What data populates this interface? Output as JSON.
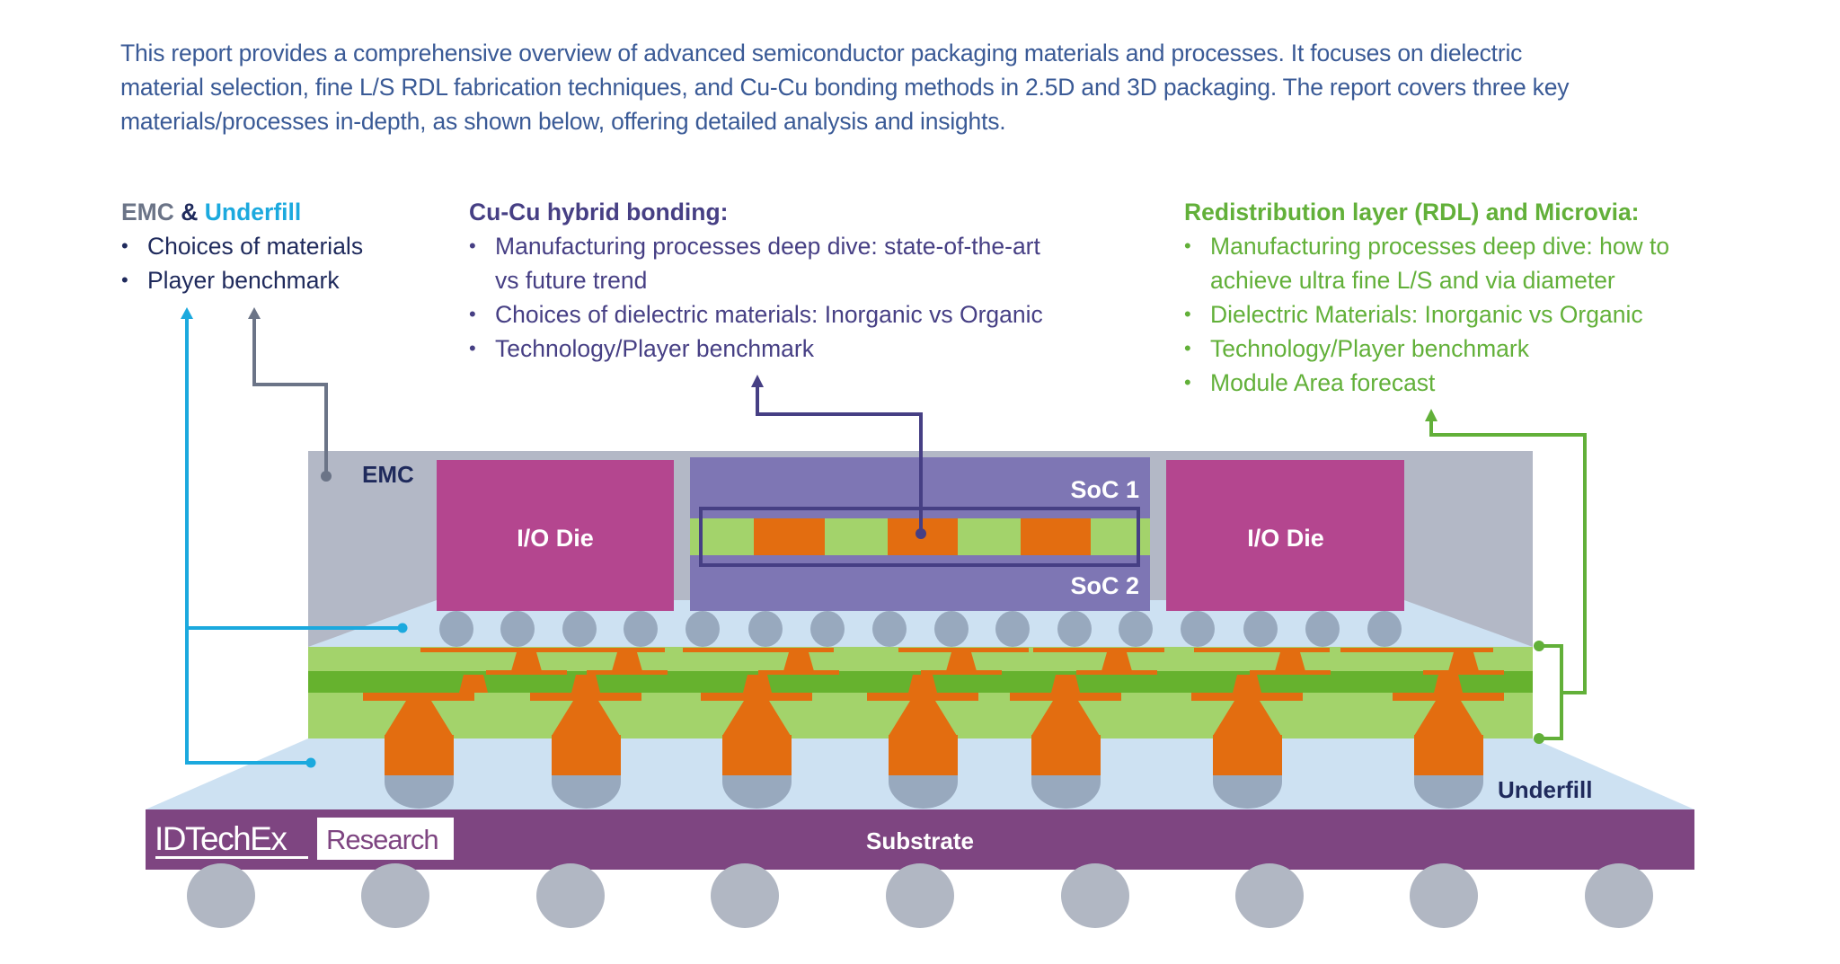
{
  "intro": {
    "lines": [
      "This report provides a comprehensive overview of advanced semiconductor packaging materials and processes. It focuses on dielectric",
      "material selection, fine L/S RDL fabrication techniques, and Cu-Cu bonding methods in 2.5D and 3D packaging. The report covers three key",
      "materials/processes in-depth, as shown below, offering detailed analysis and insights."
    ]
  },
  "callouts": {
    "emc_underfill": {
      "title_part1": "EMC",
      "title_part2": " & ",
      "title_part3": "Underfill",
      "items": [
        "Choices of materials",
        "Player benchmark"
      ]
    },
    "cu_cu": {
      "title": "Cu-Cu hybrid bonding:",
      "items": [
        {
          "line1": "Manufacturing processes deep dive: state-of-the-art",
          "line2": "vs future trend"
        },
        {
          "line1": "Choices of dielectric materials: Inorganic vs Organic",
          "line2": ""
        },
        {
          "line1": "Technology/Player benchmark",
          "line2": ""
        }
      ]
    },
    "rdl": {
      "title": "Redistribution layer (RDL) and Microvia:",
      "items": [
        {
          "line1": "Manufacturing processes deep dive: how to",
          "line2": "achieve ultra fine L/S and via diameter"
        },
        {
          "line1": "Dielectric Materials: Inorganic vs Organic",
          "line2": ""
        },
        {
          "line1": "Technology/Player benchmark",
          "line2": ""
        },
        {
          "line1": "Module Area forecast",
          "line2": ""
        }
      ]
    }
  },
  "diagram": {
    "labels": {
      "emc": "EMC",
      "io_die_left": "I/O Die",
      "io_die_right": "I/O Die",
      "soc1": "SoC 1",
      "soc2": "SoC 2",
      "underfill": "Underfill",
      "substrate": "Substrate"
    },
    "logo": {
      "brand": "IDTechEx",
      "suffix": "Research"
    },
    "colors": {
      "intro_text": "#3a5a96",
      "emc": "#b3b8c6",
      "io_die": "#b4468f",
      "soc": "#7e76b4",
      "bond_green": "#a3d36b",
      "copper": "#e36d10",
      "rdl_light": "#a3d36b",
      "rdl_dark": "#66b22e",
      "underfill": "#cde1f2",
      "bump": "#98a9be",
      "bga_ball": "#b1b7c3",
      "substrate": "#7e4581",
      "underfill_arrow": "#1ba9de",
      "emc_arrow": "#6b7487",
      "cu_arrow": "#463f84",
      "rdl_arrow": "#62b039",
      "label_dark": "#1f2a5c"
    },
    "bonding_pads": 3,
    "microbump_count": 16,
    "pillar_count": 7,
    "bga_ball_count": 9
  }
}
